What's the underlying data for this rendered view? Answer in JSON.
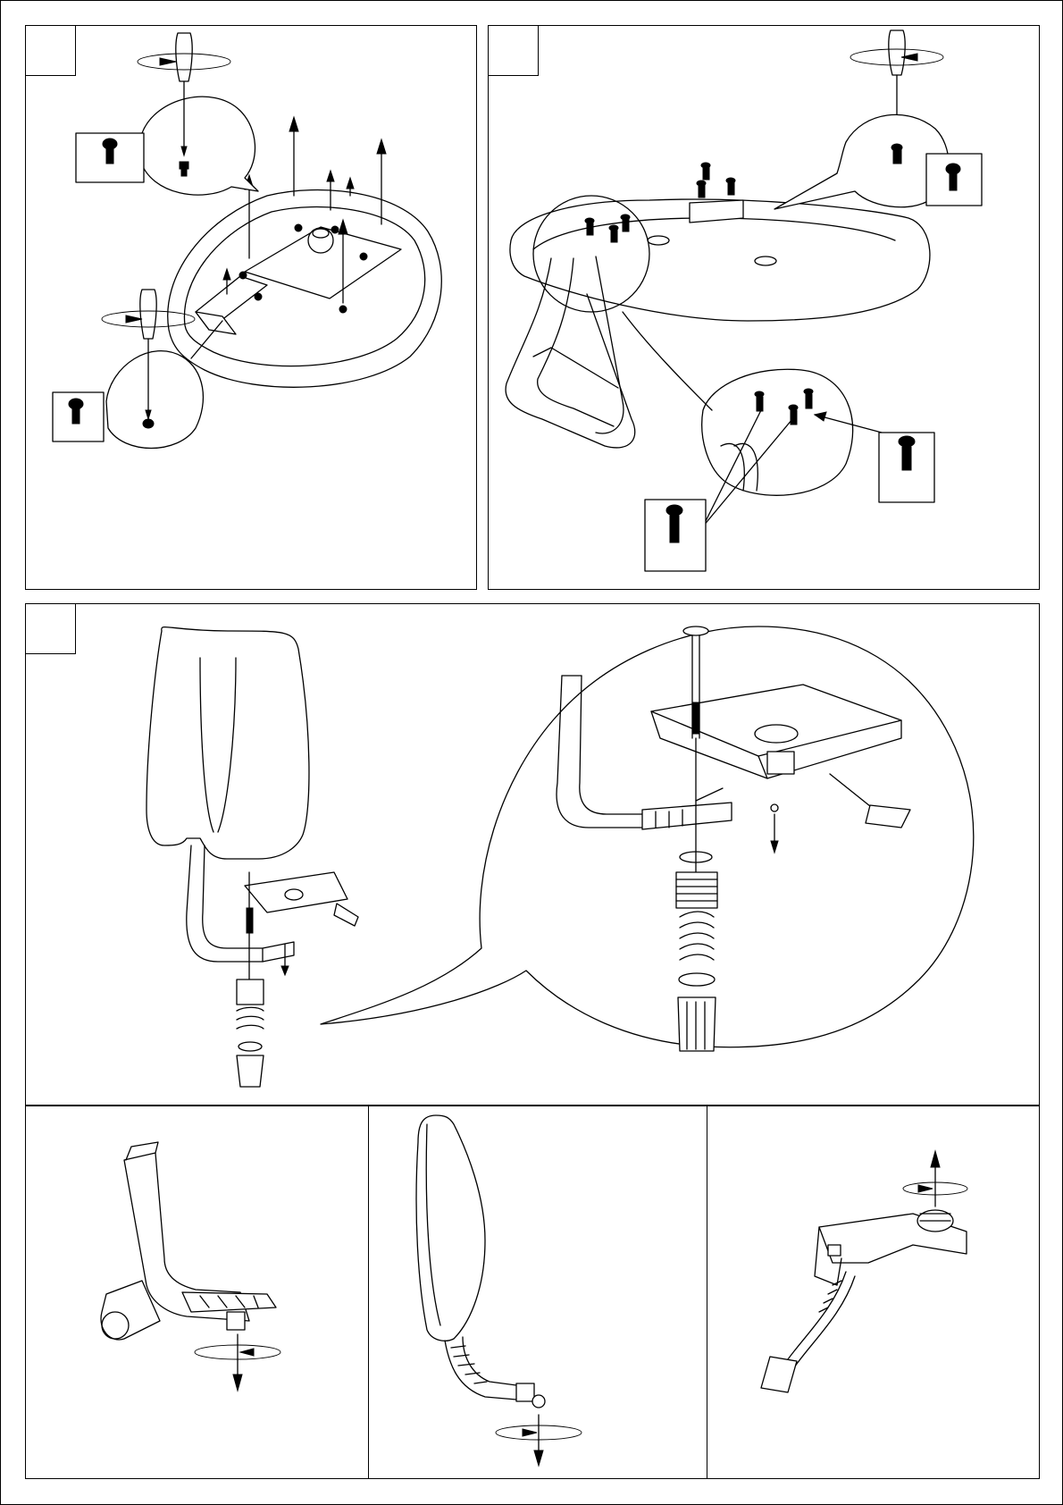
{
  "sheet": {
    "kind": "chair-assembly-instructions",
    "ink_color": "#000000",
    "paper_color": "#ffffff"
  },
  "panels": [
    {
      "id": "panel-1",
      "step_label": "",
      "depicts": "remove-mechanism-screws-from-seat-underside"
    },
    {
      "id": "panel-2",
      "step_label": "",
      "depicts": "screw-seat-to-frame-base"
    },
    {
      "id": "panel-3",
      "step_label": "",
      "depicts": "backrest-bracket-bolt-spring-knob-exploded"
    },
    {
      "id": "panel-4",
      "step_label": "",
      "depicts": "back-height-knob-loosen"
    },
    {
      "id": "panel-5",
      "step_label": "",
      "depicts": "backrest-knob-turn"
    },
    {
      "id": "panel-6",
      "step_label": "",
      "depicts": "mechanism-knob-turn-up"
    }
  ],
  "icons": [
    "screwdriver-icon",
    "screw-icon",
    "rotation-arrow-icon",
    "direction-arrow-icon"
  ]
}
